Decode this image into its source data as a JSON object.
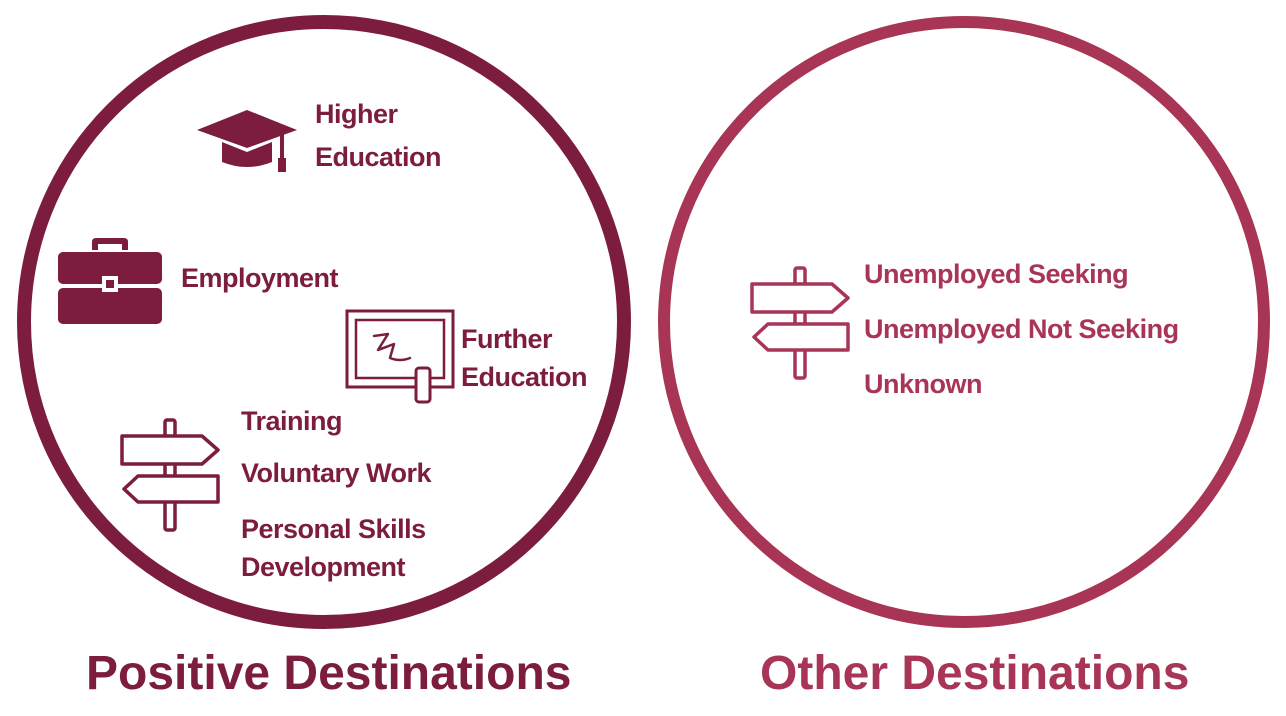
{
  "colors": {
    "positive": "#7c1d3f",
    "other": "#a83556",
    "background": "#ffffff"
  },
  "positive": {
    "title": "Positive Destinations",
    "items": [
      {
        "icon": "graduation-cap-icon",
        "label": [
          "Higher",
          "Education"
        ]
      },
      {
        "icon": "briefcase-icon",
        "label": [
          "Employment"
        ]
      },
      {
        "icon": "whiteboard-icon",
        "label": [
          "Further",
          "Education"
        ]
      },
      {
        "icon": "signpost-icon",
        "labels": [
          "Training",
          "Voluntary Work",
          "Personal Skills",
          "Development"
        ]
      }
    ]
  },
  "other": {
    "title": "Other Destinations",
    "items": [
      {
        "icon": "signpost-icon",
        "labels": [
          "Unemployed Seeking",
          "Unemployed Not Seeking",
          "Unknown"
        ]
      }
    ]
  }
}
